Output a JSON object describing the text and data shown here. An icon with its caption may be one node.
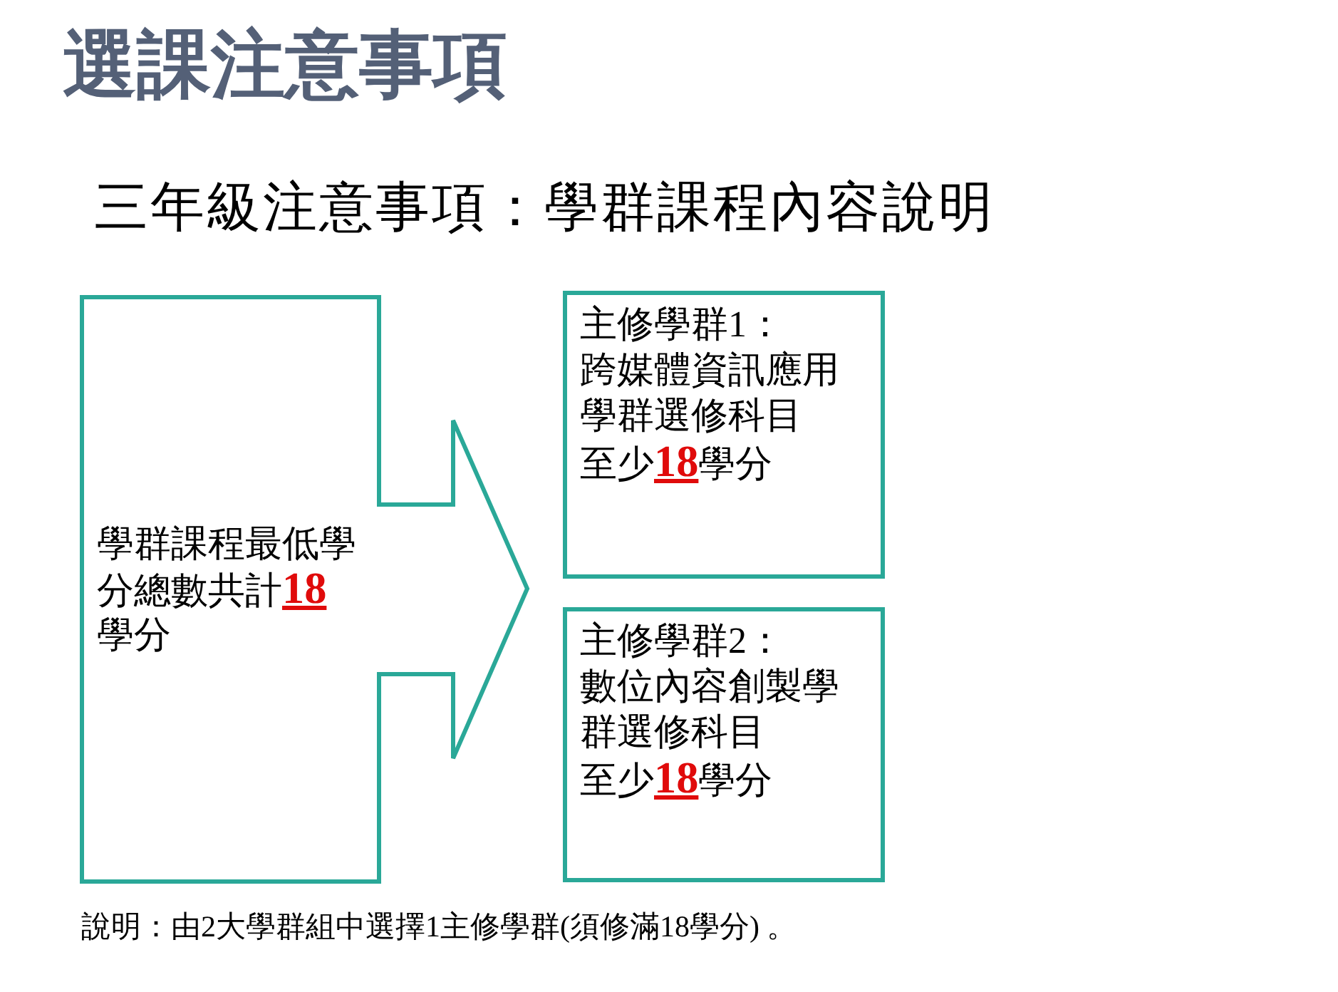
{
  "diagram": {
    "title": "選課注意事項",
    "nodes": [
      {
        "text": [
          "學群課程最低學分總數共計**18**學分"
        ]
      },
      {
        "text": [
          "主修學群1：",
          "跨媒體資訊應用學群選修科目",
          "至少**18**學分"
        ]
      },
      {
        "text": [
          "主修學群2：",
          "數位內容創製學群選修科目",
          "至少**18**學分"
        ]
      }
    ],
    "labels": [
      "三年級注意事項：學群課程內容說明",
      "說明：由2大學群組中選擇1主修學群(須修滿18學分) 。"
    ]
  }
}
